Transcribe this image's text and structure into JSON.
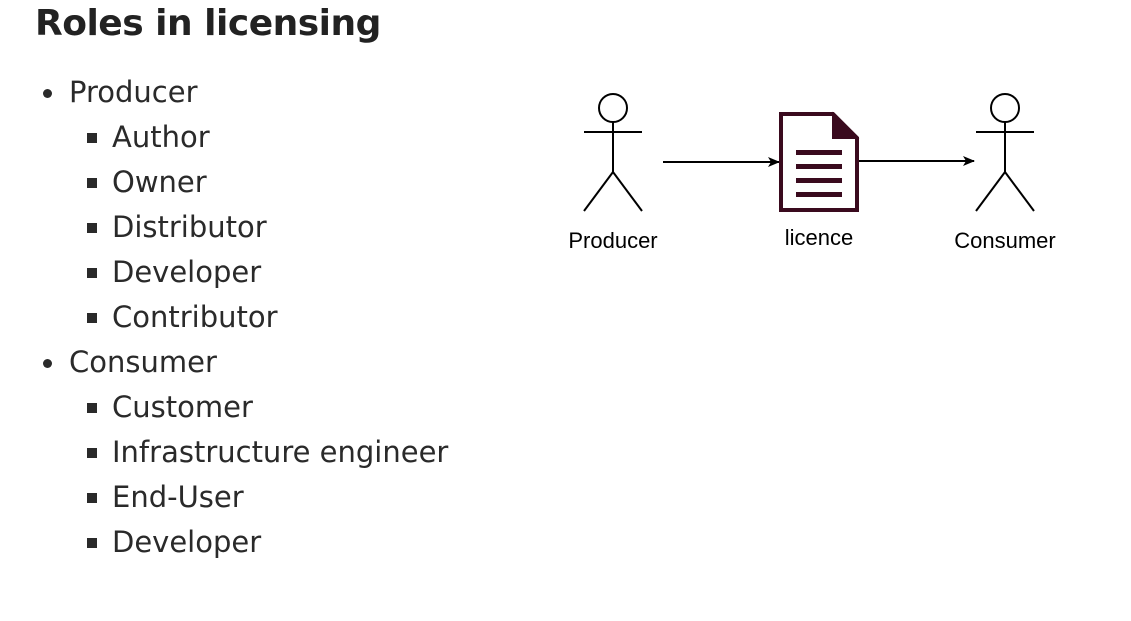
{
  "title": "Roles in licensing",
  "roles": [
    {
      "label": "Producer",
      "children": [
        "Author",
        "Owner",
        "Distributor",
        "Developer",
        "Contributor"
      ]
    },
    {
      "label": "Consumer",
      "children": [
        "Customer",
        "Infrastructure engineer",
        "End-User",
        "Developer"
      ]
    }
  ],
  "diagram": {
    "producer_label": "Producer",
    "licence_label": "licence",
    "consumer_label": "Consumer",
    "colors": {
      "document": "#3a0a1e",
      "line": "#000000"
    },
    "icons": {
      "producer": "stick-figure-icon",
      "licence": "document-icon",
      "consumer": "stick-figure-icon"
    }
  }
}
